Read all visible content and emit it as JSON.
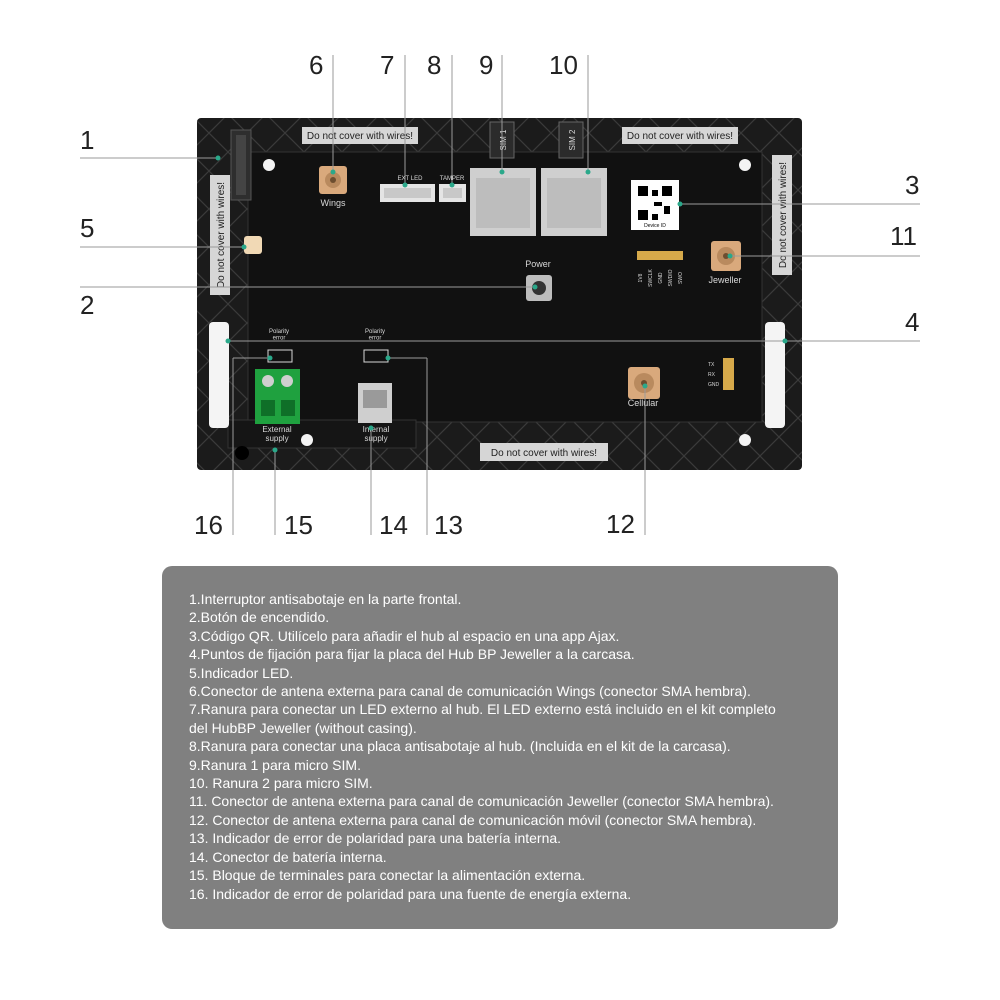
{
  "callouts": [
    "1",
    "2",
    "3",
    "4",
    "5",
    "6",
    "7",
    "8",
    "9",
    "10",
    "11",
    "12",
    "13",
    "14",
    "15",
    "16"
  ],
  "board": {
    "warning": "Do not cover with wires!",
    "sim1": "SIM 1",
    "sim2": "SIM 2",
    "wings": "Wings",
    "ext_led": "EXT LED",
    "tamper": "TAMPER",
    "power": "Power",
    "device_id": "Device ID",
    "jeweller": "Jeweller",
    "cellular": "Cellular",
    "polarity_error": "Polarity\nerror",
    "external_supply": "External\nsupply",
    "internal_supply": "Internal\nsupply",
    "uart_tx": "TX",
    "uart_rx": "RX",
    "uart_gnd": "GND",
    "swd_1v8": "1V8",
    "swd_swclk": "SWCLK",
    "swd_gnd": "GND",
    "swd_swdio": "SWDIO",
    "swd_swo": "SWO"
  },
  "legend": [
    "1.Interruptor antisabotaje en la parte frontal.",
    "2.Botón de encendido.",
    "3.Código QR. Utilícelo para añadir el hub al espacio en una app Ajax.",
    "4.Puntos de fijación para fijar la placa del Hub BP Jeweller a la carcasa.",
    "5.Indicador LED.",
    "6.Conector de antena externa para canal de comunicación Wings (conector SMA hembra).",
    "7.Ranura para conectar un LED externo al hub. El LED externo está incluido en el kit completo\n del HubBP Jeweller (without casing).",
    "8.Ranura para conectar una placa antisabotaje al hub. (Incluida en el kit de la carcasa).",
    "9.Ranura 1 para micro SIM.",
    "10. Ranura 2 para micro SIM.",
    "11. Conector de antena externa para canal de comunicación Jeweller (conector SMA hembra).",
    "12. Conector de antena externa para canal de comunicación móvil (conector SMA hembra).",
    "13. Indicador de error de polaridad para una batería interna.",
    "14. Conector de batería interna.",
    "15. Bloque de terminales para conectar la alimentación externa.",
    "16. Indicador de error de polaridad para una fuente de energía externa."
  ],
  "colors": {
    "board": "#1b1b1b",
    "leader": "#2aa88a",
    "panel": "#808080",
    "terminal": "#1fa13f",
    "antenna": "#d9a97c"
  }
}
